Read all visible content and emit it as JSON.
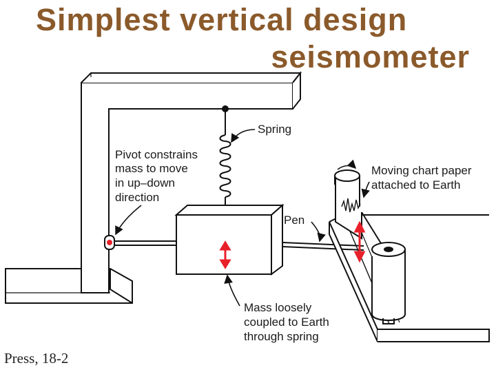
{
  "slide": {
    "title_line1": "Simplest vertical design",
    "title_line2": "seismometer",
    "citation": "Press, 18-2"
  },
  "labels": {
    "spring": "Spring",
    "pivot": [
      "Pivot constrains",
      "mass to move",
      "in up–down",
      "direction"
    ],
    "chart_paper": [
      "Moving chart paper",
      "attached to Earth"
    ],
    "pen": "Pen",
    "mass": [
      "Mass loosely",
      "coupled to Earth",
      "through spring"
    ]
  },
  "colors": {
    "title": "#8b5a2b",
    "ink": "#111111",
    "motion_arrow": "#e8202a"
  }
}
